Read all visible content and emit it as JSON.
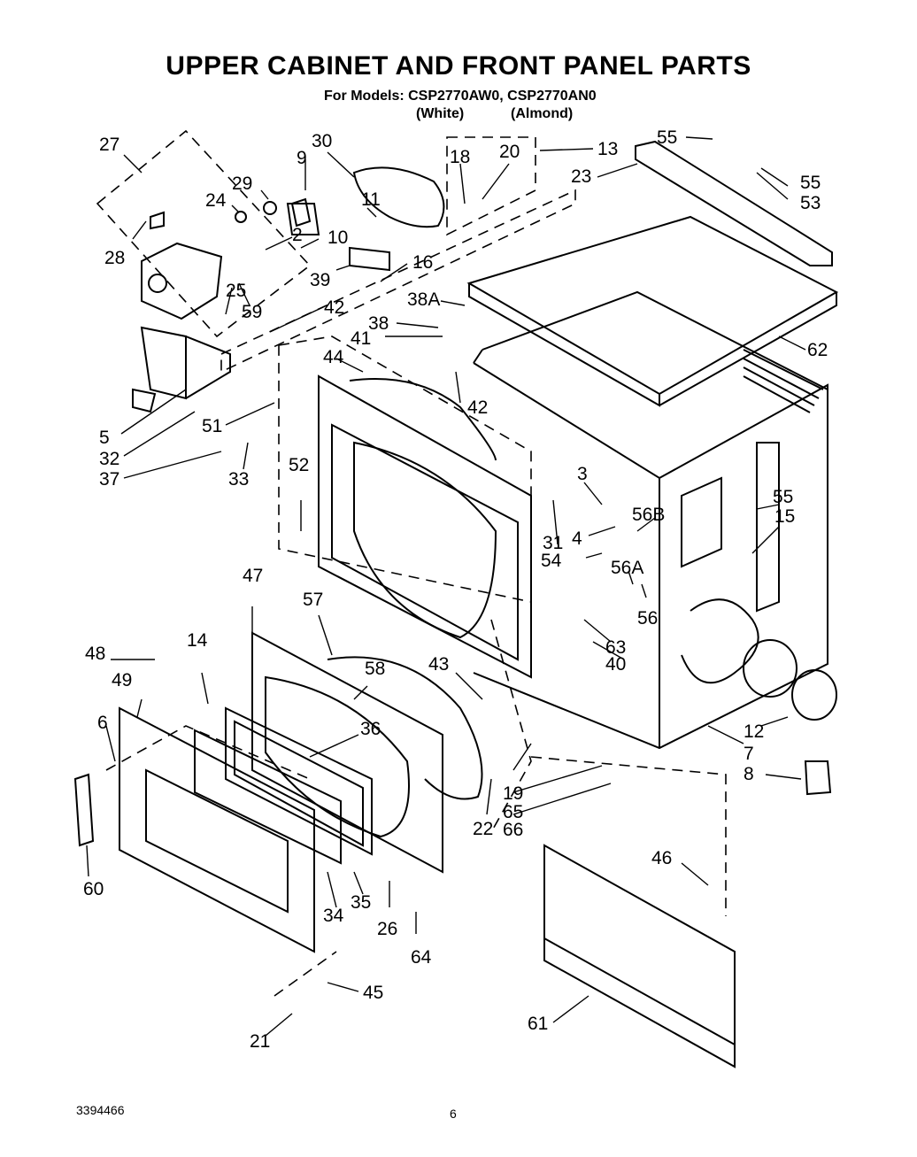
{
  "title": "UPPER CABINET AND FRONT PANEL PARTS",
  "models_line": "For Models: CSP2770AW0, CSP2770AN0",
  "variants": [
    "(White)",
    "(Almond)"
  ],
  "footer_code": "3394466",
  "page_number": "6",
  "callouts": [
    "27",
    "30",
    "9",
    "18",
    "20",
    "13",
    "55",
    "23",
    "29",
    "24",
    "28",
    "2",
    "11",
    "10",
    "39",
    "16",
    "25",
    "59",
    "42",
    "38A",
    "38",
    "41",
    "44",
    "5",
    "32",
    "37",
    "51",
    "33",
    "52",
    "62",
    "42",
    "3",
    "55",
    "15",
    "56B",
    "4",
    "54",
    "56A",
    "56",
    "31",
    "47",
    "57",
    "63",
    "40",
    "14",
    "48",
    "49",
    "43",
    "58",
    "36",
    "6",
    "19",
    "65",
    "66",
    "12",
    "7",
    "8",
    "60",
    "22",
    "26",
    "64",
    "34",
    "35",
    "46",
    "45",
    "21",
    "61",
    "55",
    "53"
  ]
}
